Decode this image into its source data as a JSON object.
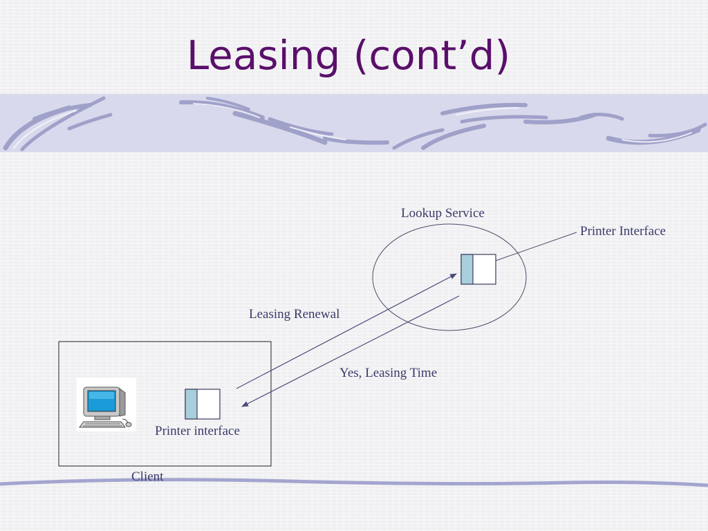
{
  "title": "Leasing (cont’d)",
  "labels": {
    "lookup_service": "Lookup Service",
    "printer_interface_top": "Printer Interface",
    "leasing_renewal": "Leasing Renewal",
    "yes_leasing_time": "Yes, Leasing Time",
    "printer_interface_client": "Printer interface",
    "client": "Client"
  },
  "icons": {
    "client_computer": "computer-icon"
  },
  "colors": {
    "title": "#5a0f6a",
    "text": "#3a3a6a",
    "interface_fill": "#a9cfdc",
    "banner": "#d8d9ec",
    "banner_strokes": "#9a9cc6"
  }
}
